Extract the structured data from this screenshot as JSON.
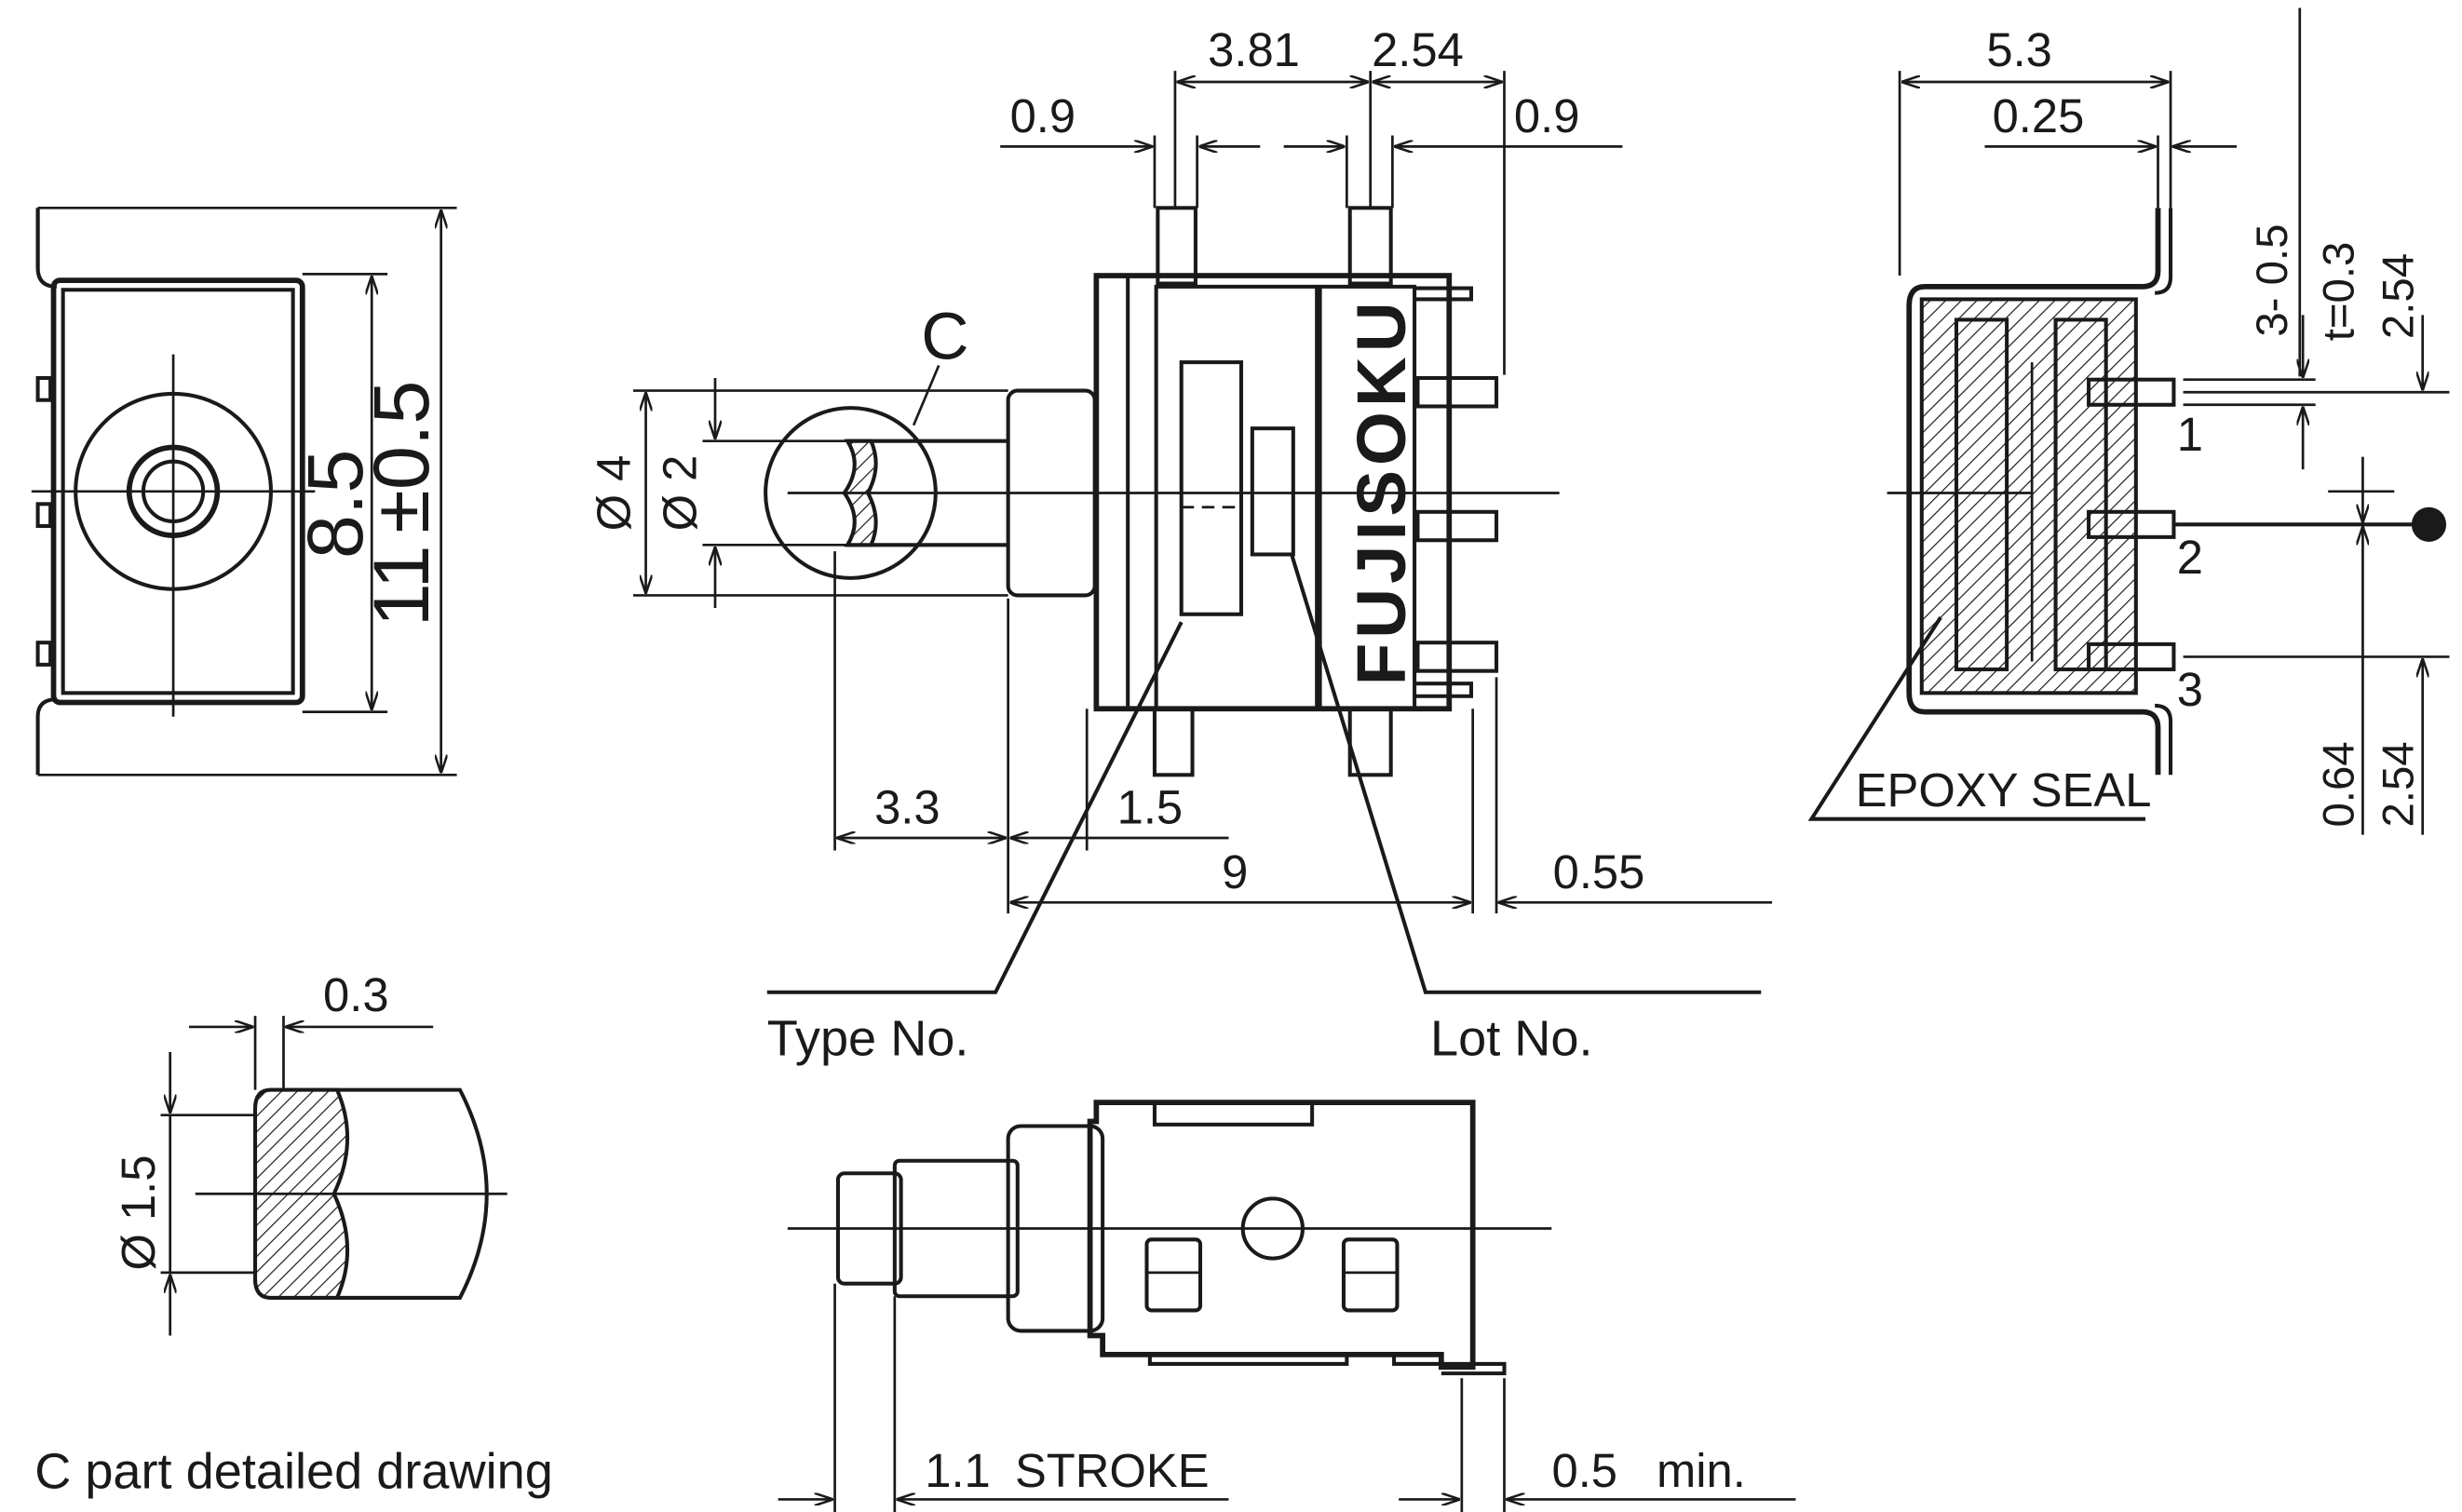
{
  "front_view": {
    "dim_width": "8.5",
    "dim_height": "11",
    "dim_tol": "±0.5"
  },
  "side_view": {
    "brand": "FUJISOKU",
    "callout": "C",
    "dim_pitch_a": "3.81",
    "dim_pitch_b": "2.54",
    "dim_pin_left": "0.9",
    "dim_pin_right": "0.9",
    "dim_dia_outer": "Ø 4",
    "dim_dia_inner": "Ø 2",
    "dim_plunger": "3.3",
    "dim_flange": "1.5",
    "dim_body": "9",
    "dim_standoff": "0.55",
    "label_type": "Type No.",
    "label_lot": "Lot No."
  },
  "end_view": {
    "dim_width": "5.3",
    "dim_term": "0.25",
    "dim_pins": "3- 0.5",
    "dim_thick": "t=0.3",
    "dim_pitch_top": "2.54",
    "dim_pitch_bottom": "2.54",
    "dim_offset": "0.64",
    "pin1": "1",
    "pin2": "2",
    "pin3": "3",
    "label_seal": "EPOXY SEAL"
  },
  "detail_c": {
    "dim_chamfer": "0.3",
    "dim_dia": "Ø 1.5",
    "title": "C part detailed drawing"
  },
  "bottom_view": {
    "dim_stroke_val": "1.1",
    "dim_stroke_label": "STROKE",
    "dim_min_val": "0.5",
    "dim_min_label": "min."
  }
}
